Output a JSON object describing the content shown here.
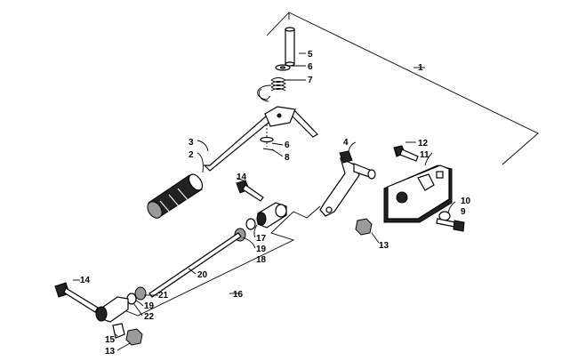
{
  "diagram": {
    "title": "Shift linkage assembly exploded view",
    "callouts": [
      "1",
      "2",
      "3",
      "4",
      "5",
      "6",
      "6",
      "7",
      "8",
      "9",
      "10",
      "11",
      "12",
      "13",
      "13",
      "14",
      "14",
      "15",
      "16",
      "17",
      "18",
      "19",
      "19",
      "20",
      "21",
      "22"
    ]
  }
}
